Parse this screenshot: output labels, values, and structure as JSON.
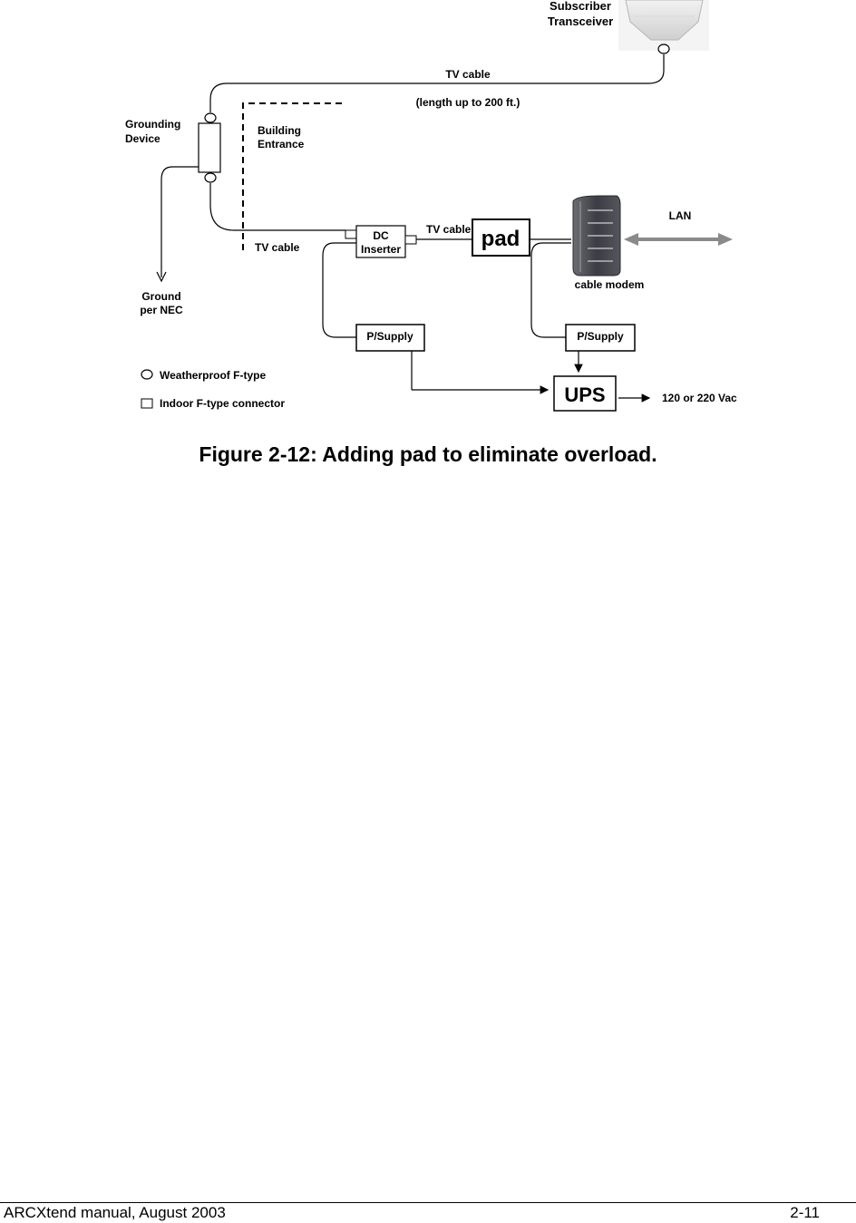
{
  "diagram": {
    "labels": {
      "subscriber_transceiver_line1": "Subscriber",
      "subscriber_transceiver_line2": "Transceiver",
      "tv_cable_top": "TV cable",
      "length_note": "(length up to 200 ft.)",
      "grounding_device_line1": "Grounding",
      "grounding_device_line2": "Device",
      "building_entrance_line1": "Building",
      "building_entrance_line2": "Entrance",
      "dc_inserter_line1": "DC",
      "dc_inserter_line2": "Inserter",
      "tv_cable_left": "TV cable",
      "tv_cable_mid": "TV cable",
      "pad": "pad",
      "lan": "LAN",
      "cable_modem": "cable modem",
      "ground_line1": "Ground",
      "ground_line2": "per NEC",
      "psupply_left": "P/Supply",
      "psupply_right": "P/Supply",
      "ups": "UPS",
      "vac": "120 or 220 Vac",
      "legend_weatherproof": "Weatherproof F-type",
      "legend_indoor": "Indoor F-type connector"
    }
  },
  "caption": "Figure 2-12: Adding pad to eliminate overload.",
  "footer": {
    "left": "ARCXtend manual, August 2003",
    "right": "2-11"
  }
}
